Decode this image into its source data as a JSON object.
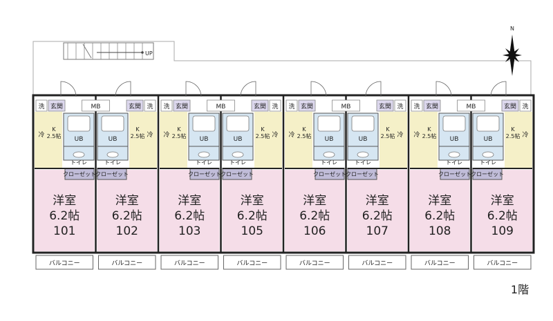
{
  "floor_label": "1階",
  "stairs_label": "UP",
  "compass_label": "N",
  "room_type": "洋室",
  "room_size": "6.2帖",
  "unit_numbers": [
    "101",
    "102",
    "103",
    "105",
    "106",
    "107",
    "108",
    "109"
  ],
  "labels": {
    "washer": "洗",
    "entrance": "玄関",
    "meter_box": "MB",
    "refrigerator": "冷",
    "kitchen": "K",
    "kitchen_size": "2.5帖",
    "bath": "UB",
    "toilet": "トイレ",
    "closet": "クローゼット",
    "balcony": "バルコニー"
  },
  "colors": {
    "room_fill": "#f5dde8",
    "bath_fill": "#d6e6f2",
    "kitchen_fill": "#f5f0c8",
    "entrance_fill": "#ddd8ee",
    "closet_fill": "#c0bcd8",
    "wall": "#222222"
  }
}
